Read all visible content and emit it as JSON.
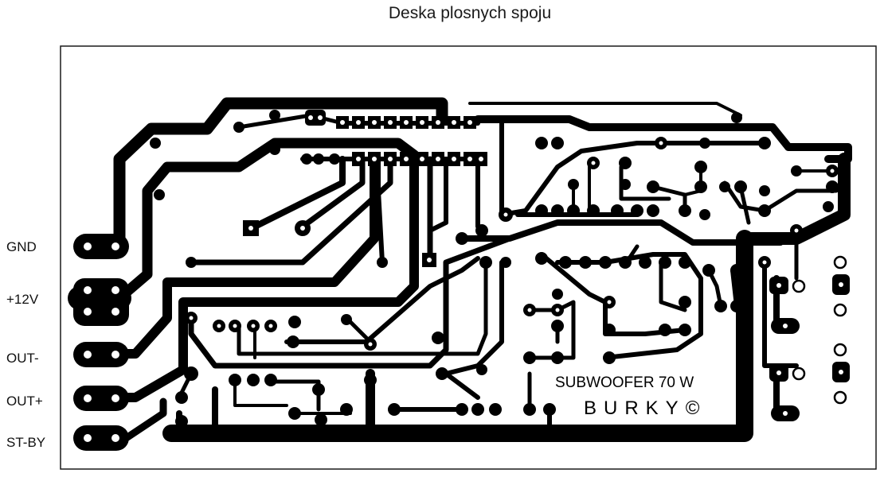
{
  "title": "Deska plosnych spoju",
  "colors": {
    "copper": "#000000",
    "background": "#ffffff",
    "border": "#1a1a1a"
  },
  "connectors": [
    {
      "label": "GND"
    },
    {
      "label": "+12V"
    },
    {
      "label": "OUT-"
    },
    {
      "label": "OUT+"
    },
    {
      "label": "ST-BY"
    }
  ],
  "board": {
    "name": "SUBWOOFER 70 W",
    "author": "BURKY©"
  }
}
